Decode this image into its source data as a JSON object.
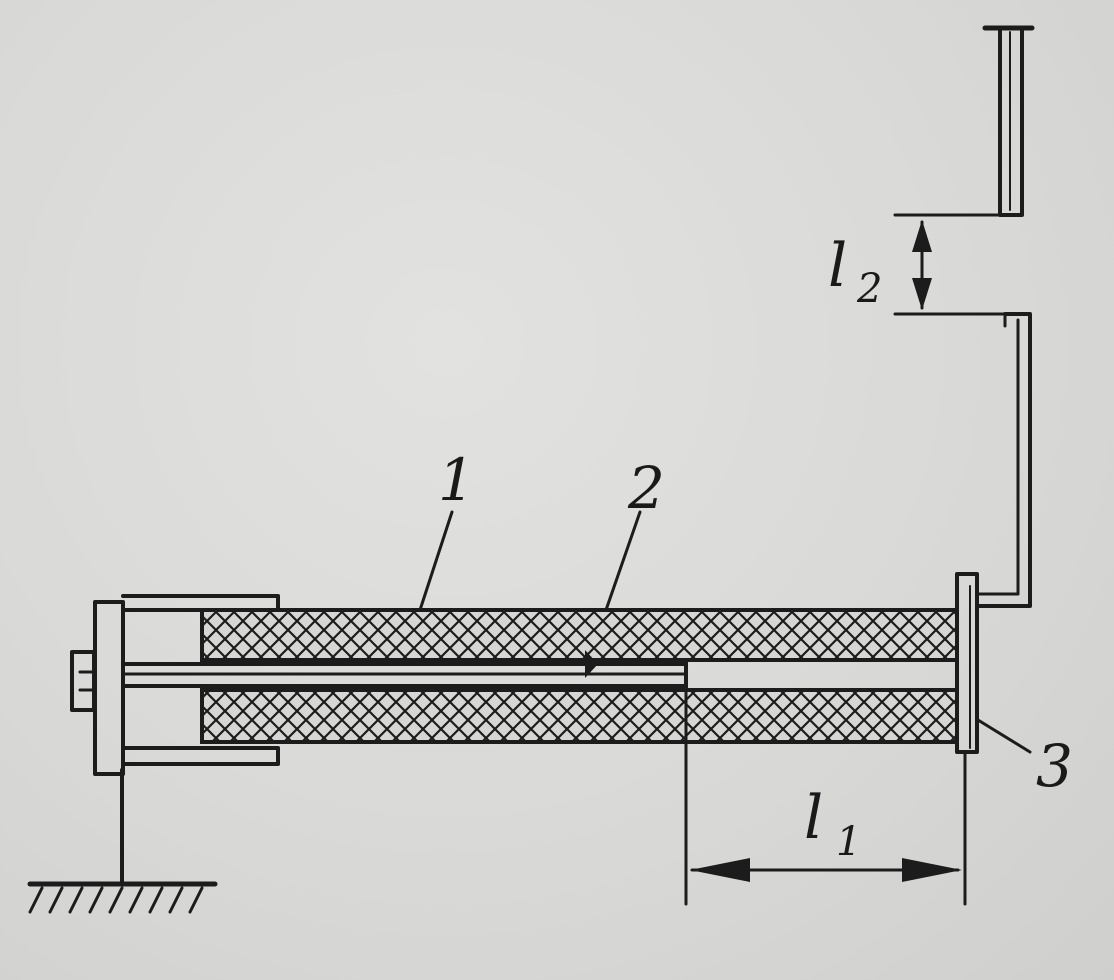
{
  "labels": {
    "part_1": "1",
    "part_2": "2",
    "part_3": "3",
    "dimension_l1": "l",
    "dimension_l1_sub": "1",
    "dimension_l2": "l",
    "dimension_l2_sub": "2"
  },
  "colors": {
    "ink": "#1c1c1c",
    "paper": "#d9d9d7"
  }
}
